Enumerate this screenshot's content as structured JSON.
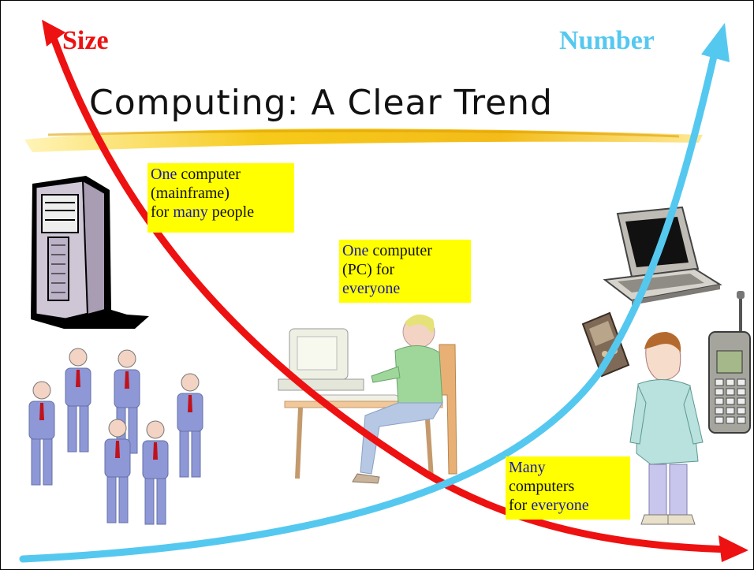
{
  "slide": {
    "title": "Computing: A Clear Trend",
    "size_label": "Size",
    "number_label": "Number"
  },
  "notes": {
    "mainframe": {
      "line1_a": "One",
      "line1_b": " computer",
      "line2": "(mainframe)",
      "line3_a": "for ",
      "line3_b": "many",
      "line3_c": " people"
    },
    "pc": {
      "line1_a": "One",
      "line1_b": " computer",
      "line2": "(PC) for",
      "line3": "everyone"
    },
    "many": {
      "line1": "Many",
      "line2": "computers",
      "line3_a": "for ",
      "line3_b": "everyone"
    }
  },
  "colors": {
    "size_curve": "#ee1111",
    "number_curve": "#55c8f0",
    "note_background": "#ffff00",
    "highlight_text": "#1a1aa8",
    "brush_stroke": "#f2b400"
  },
  "icons": [
    "mainframe-tower-icon",
    "people-group-icon",
    "person-at-pc-icon",
    "laptop-icon",
    "pda-icon",
    "mobile-phone-icon",
    "standing-person-icon"
  ]
}
